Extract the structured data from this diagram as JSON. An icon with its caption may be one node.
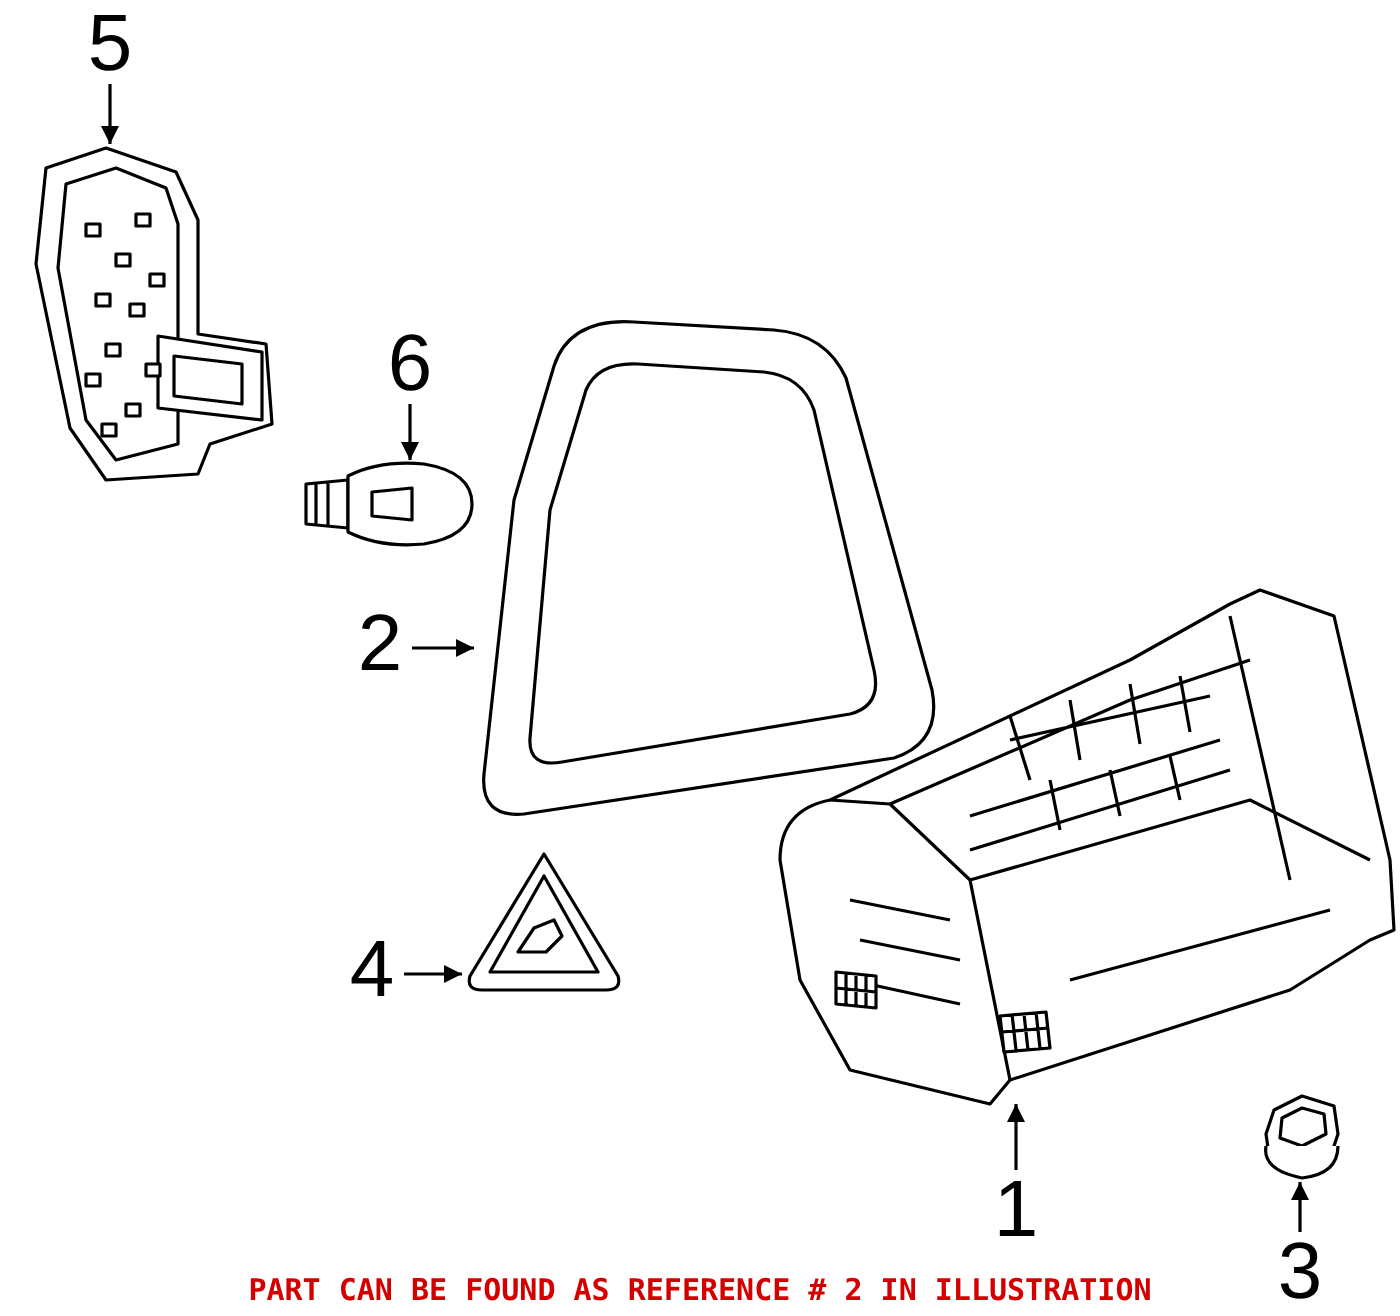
{
  "diagram": {
    "caption": "PART CAN BE FOUND AS REFERENCE # 2 IN ILLUSTRATION",
    "nodes": [
      {
        "text": [
          "5"
        ]
      },
      {
        "text": [],
        "shape": "picture"
      },
      {
        "text": [
          "6"
        ]
      },
      {
        "text": [],
        "shape": "picture"
      },
      {
        "text": [
          "2"
        ]
      },
      {
        "text": [],
        "shape": "picture"
      },
      {
        "text": [
          "4"
        ]
      },
      {
        "text": [],
        "shape": "picture"
      },
      {
        "text": [
          "1"
        ]
      },
      {
        "text": [],
        "shape": "picture"
      },
      {
        "text": [
          "3"
        ]
      },
      {
        "text": [],
        "shape": "picture"
      }
    ],
    "edges": [
      {
        "from": 0,
        "to": 1,
        "arrow": "to"
      },
      {
        "from": 2,
        "to": 3,
        "arrow": "to"
      },
      {
        "from": 4,
        "to": 5,
        "arrow": "to"
      },
      {
        "from": 6,
        "to": 7,
        "arrow": "to"
      },
      {
        "from": 8,
        "to": 9,
        "arrow": "to"
      },
      {
        "from": 10,
        "to": 11,
        "arrow": "to"
      }
    ]
  }
}
